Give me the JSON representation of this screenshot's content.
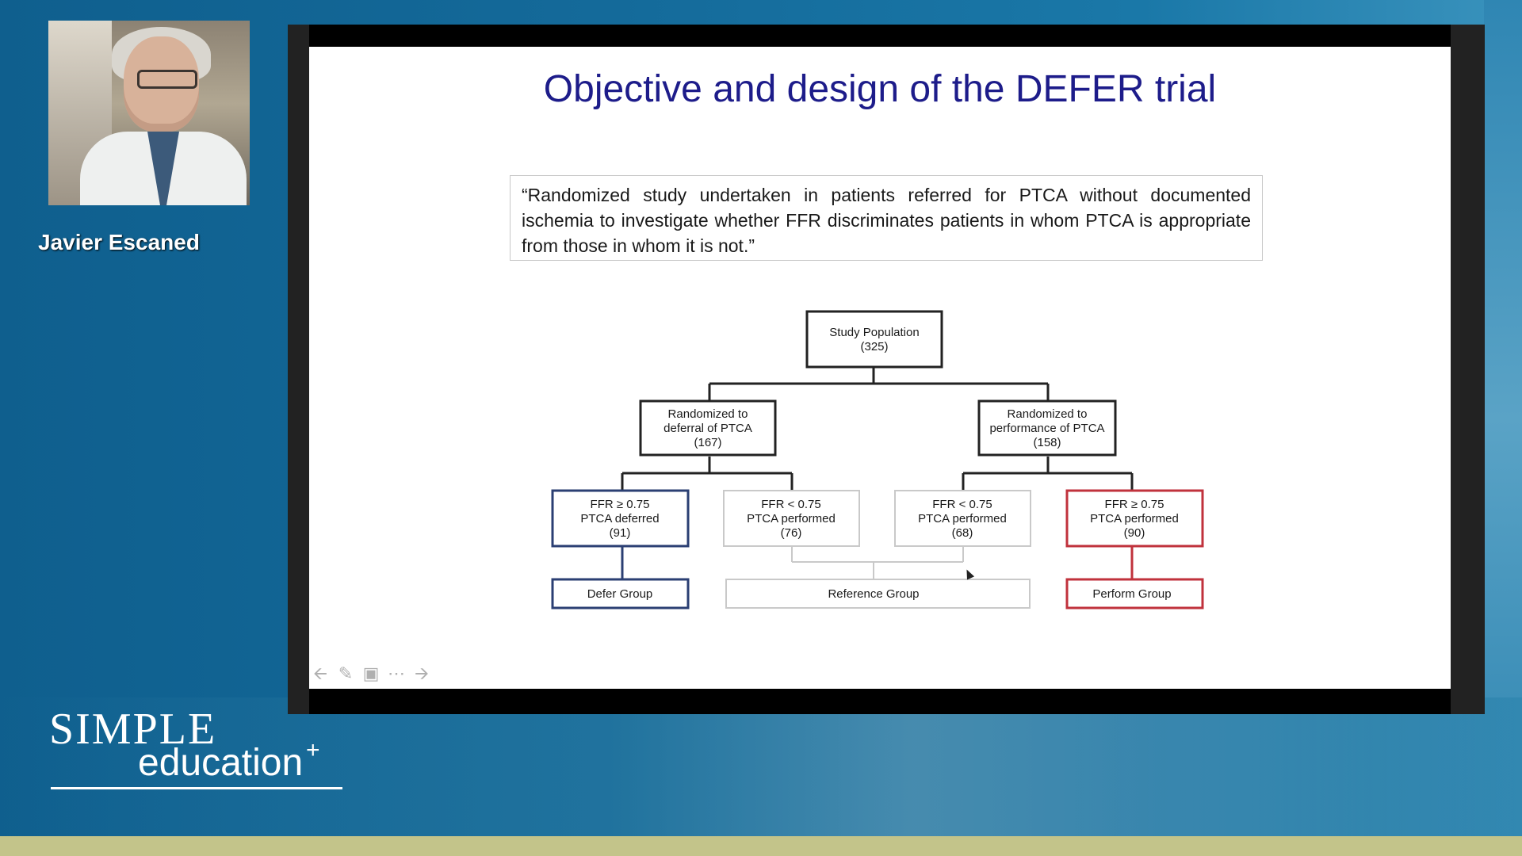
{
  "presenter": {
    "name": "Javier Escaned"
  },
  "branding": {
    "line1": "SIMPLE",
    "line2": "education",
    "mark": "+"
  },
  "slide": {
    "title": "Objective and design of the DEFER trial",
    "quote": "“Randomized study undertaken in patients referred for PTCA without documented ischemia to investigate whether FFR discriminates patients in whom PTCA is appropriate from those in whom it is not.”",
    "flowchart": {
      "root": {
        "line1": "Study Population",
        "line2": "(325)"
      },
      "left": {
        "line1": "Randomized to",
        "line2": "deferral of PTCA",
        "line3": "(167)"
      },
      "right": {
        "line1": "Randomized to",
        "line2": "performance of PTCA",
        "line3": "(158)"
      },
      "b1": {
        "line1": "FFR ≥ 0.75",
        "line2": "PTCA deferred",
        "line3": "(91)"
      },
      "b2": {
        "line1": "FFR < 0.75",
        "line2": "PTCA performed",
        "line3": "(76)"
      },
      "b3": {
        "line1": "FFR < 0.75",
        "line2": "PTCA performed",
        "line3": "(68)"
      },
      "b4": {
        "line1": "FFR ≥ 0.75",
        "line2": "PTCA performed",
        "line3": "(90)"
      },
      "defer": "Defer Group",
      "reference": "Reference Group",
      "perform": "Perform Group"
    }
  },
  "controls": {
    "prev_icon": "arrow-left-icon",
    "pen_icon": "pen-icon",
    "slides_icon": "slides-icon",
    "more_icon": "more-icon",
    "next_icon": "arrow-right-icon"
  },
  "colors": {
    "title": "#1d1c8a",
    "defer": "#2b3f73",
    "perform": "#c0323c"
  }
}
